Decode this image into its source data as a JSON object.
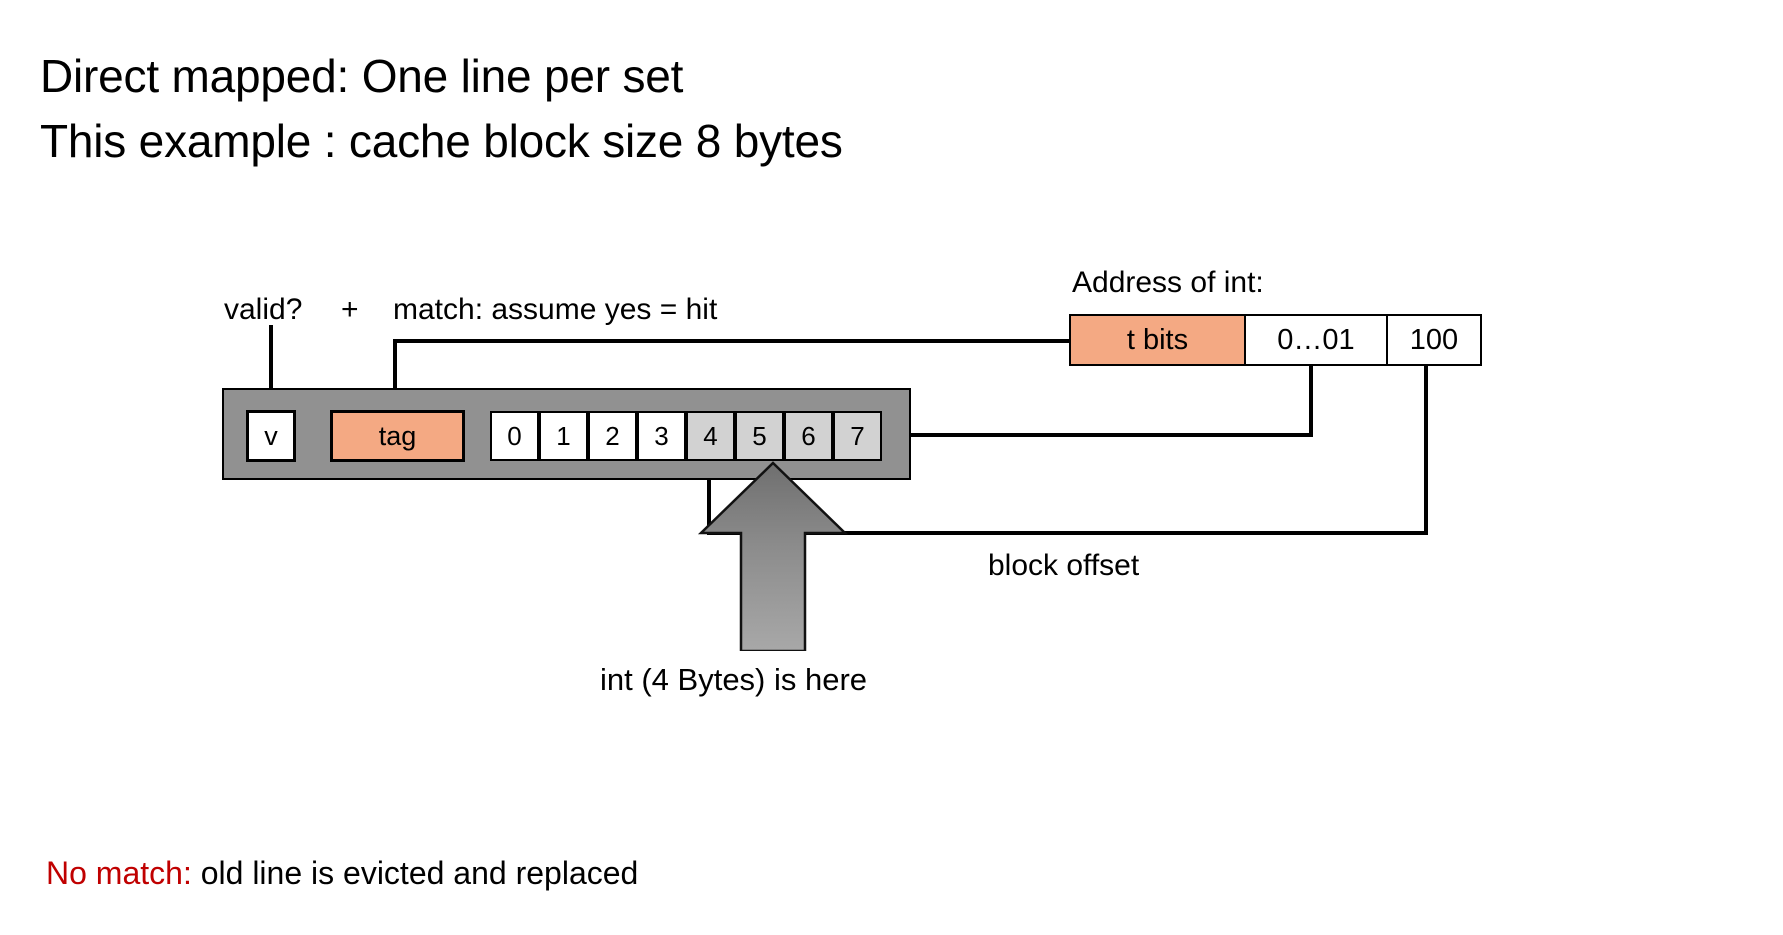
{
  "slide": {
    "title_lines": [
      "Direct mapped: One line per set",
      "This example : cache block size 8 bytes"
    ],
    "footnote": {
      "highlight": "No match:",
      "rest": " old line is evicted and replaced",
      "highlight_color": "#c00000"
    }
  },
  "labels": {
    "valid": "valid?",
    "plus": "+",
    "match": "match: assume yes = hit",
    "address_of_int": "Address of int:",
    "block_offset": "block offset",
    "int_is_here": "int (4 Bytes) is here"
  },
  "cache_line": {
    "valid_bit": "v",
    "tag": "tag",
    "tag_color": "#f4a983",
    "container_color": "#919191",
    "bytes": [
      {
        "label": "0",
        "shaded": false
      },
      {
        "label": "1",
        "shaded": false
      },
      {
        "label": "2",
        "shaded": false
      },
      {
        "label": "3",
        "shaded": false
      },
      {
        "label": "4",
        "shaded": true
      },
      {
        "label": "5",
        "shaded": true
      },
      {
        "label": "6",
        "shaded": true
      },
      {
        "label": "7",
        "shaded": true
      }
    ],
    "shaded_color": "#d2d2d2"
  },
  "address": {
    "caption": "Address of int:",
    "fields": [
      {
        "name": "tag-bits",
        "value": "t bits",
        "color": "#f4a983"
      },
      {
        "name": "set-index",
        "value": "0…01",
        "color": "#ffffff"
      },
      {
        "name": "block-offset-bits",
        "value": "100",
        "color": "#ffffff"
      }
    ]
  }
}
